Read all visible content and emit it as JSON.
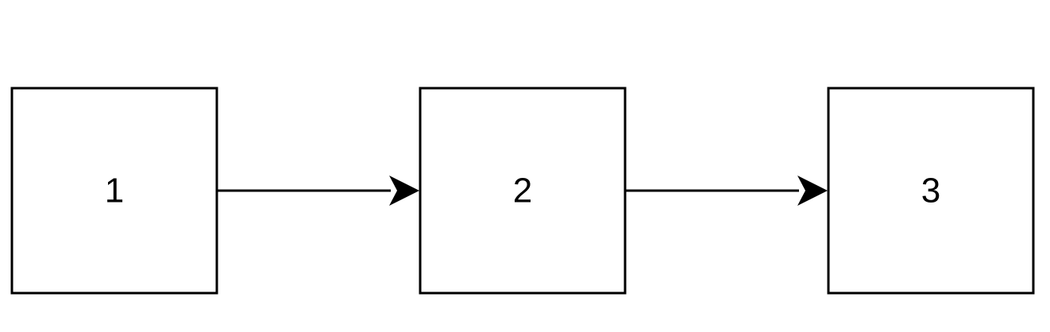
{
  "diagram": {
    "nodes": [
      {
        "id": "n1",
        "label": "1"
      },
      {
        "id": "n2",
        "label": "2"
      },
      {
        "id": "n3",
        "label": "3"
      }
    ],
    "edges": [
      {
        "from": "n1",
        "to": "n2"
      },
      {
        "from": "n2",
        "to": "n3"
      }
    ],
    "colors": {
      "stroke": "#000000",
      "fill": "#ffffff",
      "background": "#ffffff"
    }
  }
}
